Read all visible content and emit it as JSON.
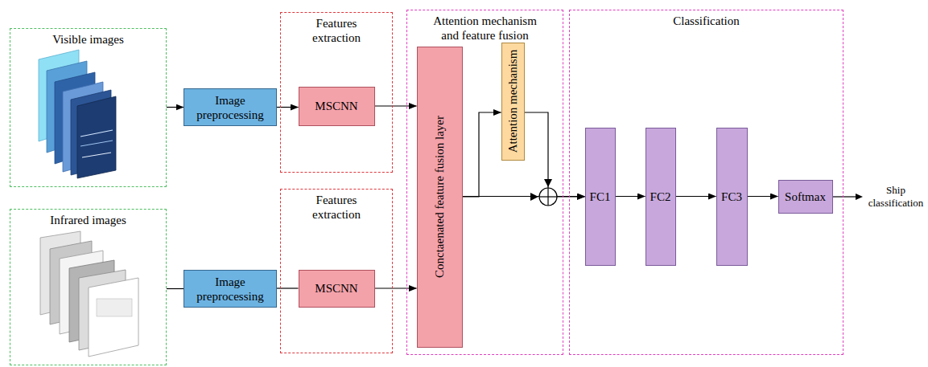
{
  "diagram": {
    "nodes": [
      {
        "text": [
          "Visible images"
        ]
      },
      {
        "text": [
          "Image preprocessing"
        ]
      },
      {
        "text": [
          "Features extraction"
        ]
      },
      {
        "text": [
          "MSCNN"
        ],
        "in": 2
      },
      {
        "text": [
          "Attention mechanism and feature fusion"
        ]
      },
      {
        "text": [
          "Conctaenated feature fusion layer"
        ],
        "in": 4
      },
      {
        "text": [
          "Attention mechanism"
        ],
        "in": 4
      },
      {
        "text": [
          "Infrared images"
        ]
      },
      {
        "text": [
          "Image preprocessing"
        ]
      },
      {
        "text": [
          "Features extraction"
        ]
      },
      {
        "text": [
          "MSCNN"
        ],
        "in": 9
      },
      {
        "text": [
          "Classification"
        ]
      },
      {
        "text": [
          "FC1"
        ],
        "in": 11
      },
      {
        "text": [
          "FC2"
        ],
        "in": 11
      },
      {
        "text": [
          "FC3"
        ],
        "in": 11
      },
      {
        "text": [
          "Softmax"
        ],
        "in": 11
      }
    ],
    "edges": [
      {
        "from": 0,
        "to": 1,
        "arrow": "to"
      },
      {
        "from": 1,
        "to": 3,
        "arrow": "to"
      },
      {
        "from": 3,
        "to": 5,
        "arrow": "to"
      },
      {
        "from": 7,
        "to": 8,
        "arrow": "none"
      },
      {
        "from": 8,
        "to": 10,
        "arrow": "none"
      },
      {
        "from": 10,
        "to": 5,
        "arrow": "to"
      },
      {
        "from": 5,
        "to": 6,
        "arrow": "to"
      },
      {
        "from": 6,
        "to": 12,
        "arrow": "to"
      },
      {
        "from": 5,
        "to": 12,
        "arrow": "to"
      },
      {
        "from": 12,
        "to": 13,
        "arrow": "to"
      },
      {
        "from": 13,
        "to": 14,
        "arrow": "to"
      },
      {
        "from": 14,
        "to": 15,
        "arrow": "to"
      }
    ],
    "labels": [
      "Ship classification"
    ]
  }
}
